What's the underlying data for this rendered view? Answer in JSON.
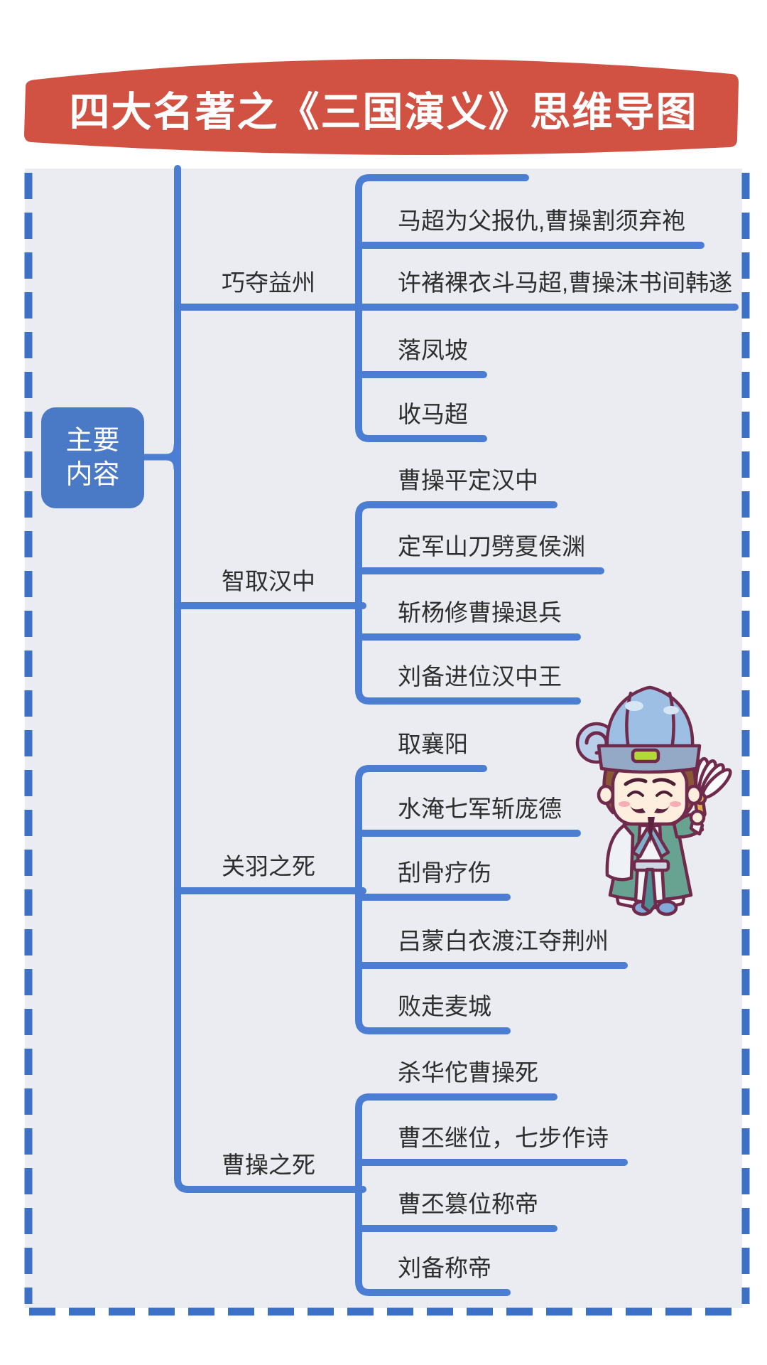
{
  "banner": {
    "title": "四大名著之《三国演义》思维导图",
    "bg_color": "#d15243",
    "text_color": "#ffffff"
  },
  "root": {
    "label": "主要内容",
    "lines": [
      "主要",
      "内容"
    ],
    "bg_color": "#4a7ac6",
    "text_color": "#ffffff"
  },
  "branches": [
    {
      "label": "巧夺益州",
      "children": [
        "马超为父报仇,曹操割须弃袍",
        "许褚裸衣斗马超,曹操沫书间韩遂",
        "落凤坡",
        "收马超"
      ]
    },
    {
      "label": "智取汉中",
      "children": [
        "曹操平定汉中",
        "定军山刀劈夏侯渊",
        "斩杨修曹操退兵",
        "刘备进位汉中王"
      ]
    },
    {
      "label": "关羽之死",
      "children": [
        "取襄阳",
        "水淹七军斩庞德",
        "刮骨疗伤",
        "吕蒙白衣渡江夺荆州",
        "败走麦城"
      ]
    },
    {
      "label": "曹操之死",
      "children": [
        "杀华佗曹操死",
        "曹丕继位，七步作诗",
        "曹丕篡位称帝",
        "刘备称帝"
      ]
    }
  ],
  "icons": {
    "mascot": "zhuge-liang-cartoon",
    "fan": "feather-fan"
  },
  "colors": {
    "line_blue": "#4b7ed3",
    "border_blue": "#3d71c5",
    "node_blue": "#4a7ac6",
    "banner_red": "#d15243",
    "content_bg": "#eaecf2",
    "text_dark": "#2e2e2e"
  }
}
